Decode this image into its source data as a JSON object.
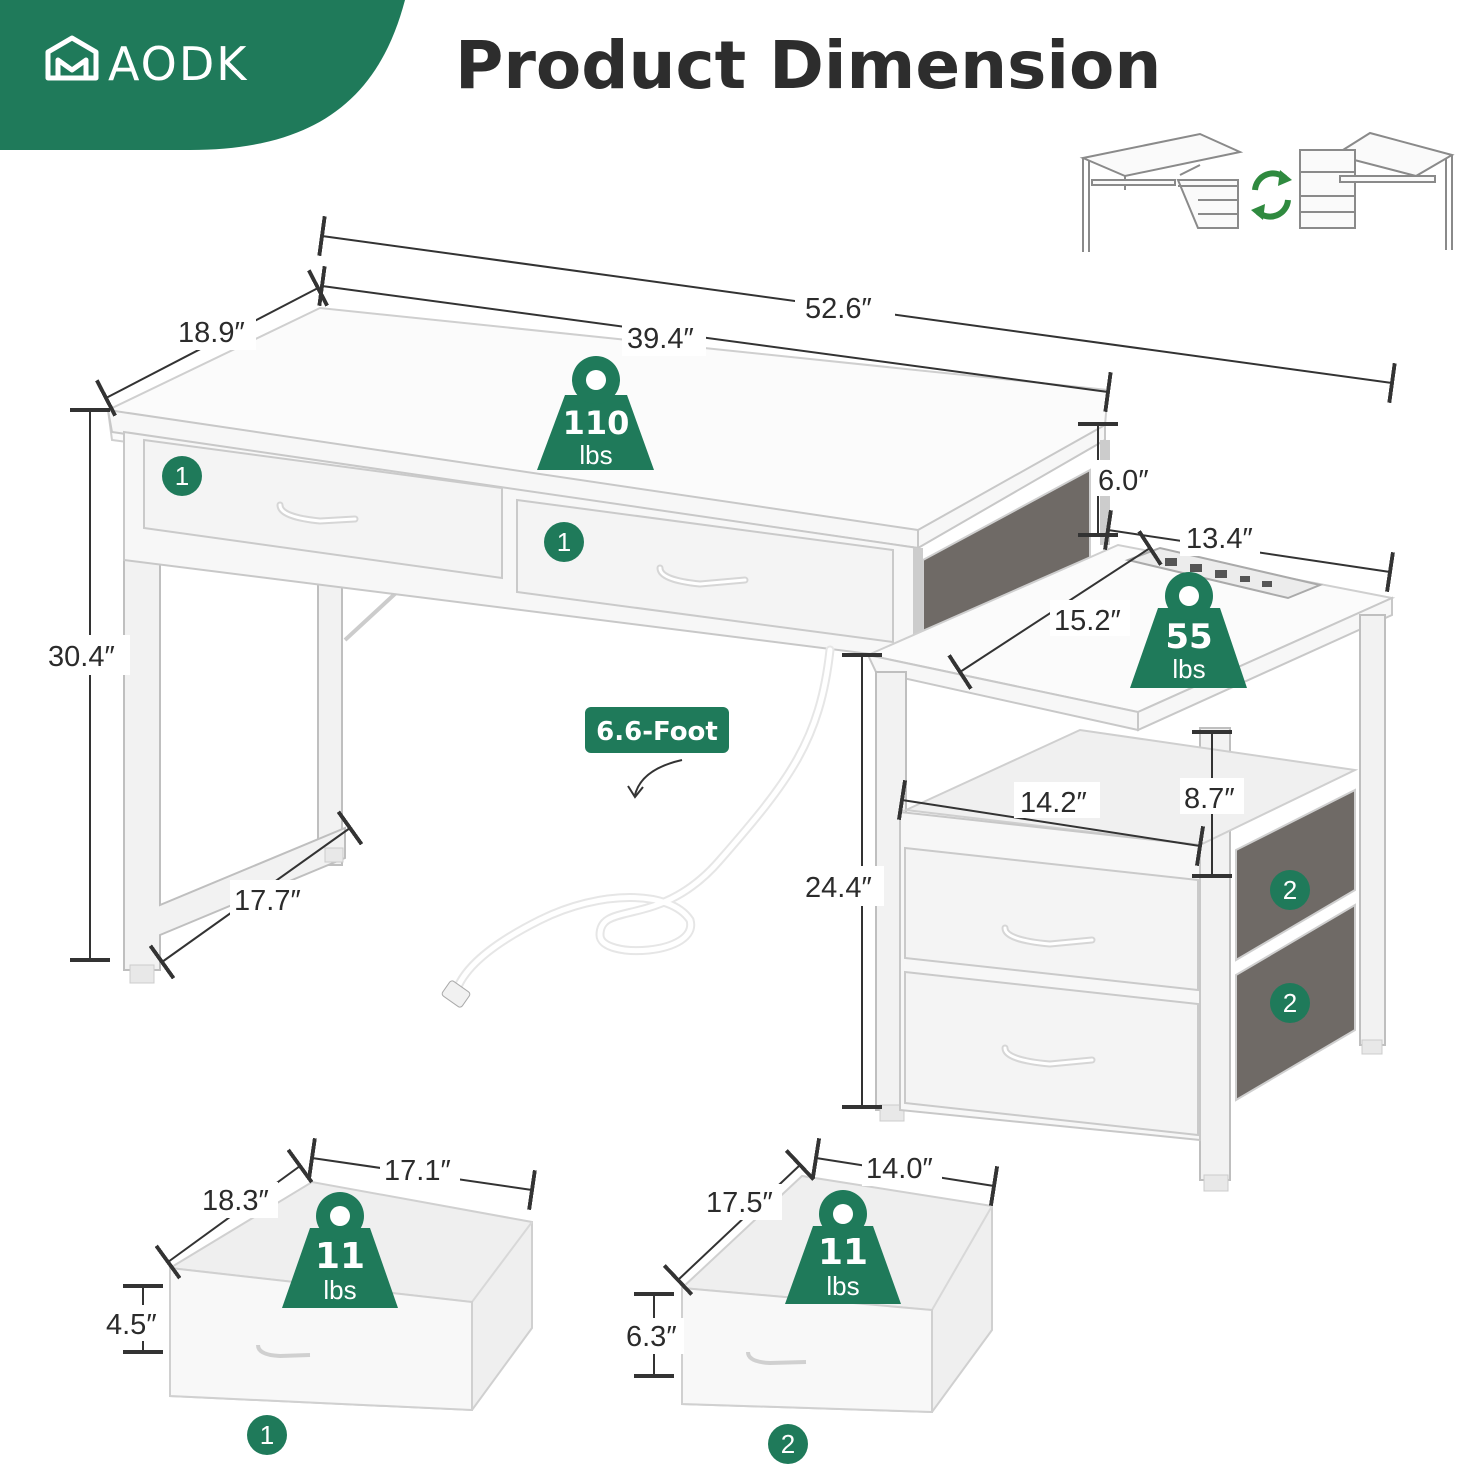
{
  "brand": {
    "name": "AODK",
    "icon": "house-logo-icon",
    "color": "#1f7a5a"
  },
  "title": "Product Dimension",
  "accent_color": "#1f7a5a",
  "dimensions": {
    "overall_width": "52.6″",
    "desk_width": "39.4″",
    "desk_depth": "18.9″",
    "desk_height": "30.4″",
    "leg_depth": "17.7″",
    "shelf_gap": "6.0″",
    "cabinet_width": "13.4″",
    "cabinet_depth": "15.2″",
    "shelf_width": "14.2″",
    "shelf_height": "8.7″",
    "cabinet_height": "24.4″"
  },
  "weights": {
    "desktop": {
      "value": "110",
      "unit": "lbs"
    },
    "cabinet": {
      "value": "55",
      "unit": "lbs"
    },
    "drawer1": {
      "value": "11",
      "unit": "lbs"
    },
    "drawer2": {
      "value": "11",
      "unit": "lbs"
    }
  },
  "cord_label": "6.6-Foot",
  "badges": {
    "drawer_type1": "1",
    "drawer_type2": "2"
  },
  "drawer1": {
    "width": "17.1″",
    "depth": "18.3″",
    "height": "4.5″",
    "badge": "1"
  },
  "drawer2": {
    "width": "14.0″",
    "depth": "17.5″",
    "height": "6.3″",
    "badge": "2"
  }
}
